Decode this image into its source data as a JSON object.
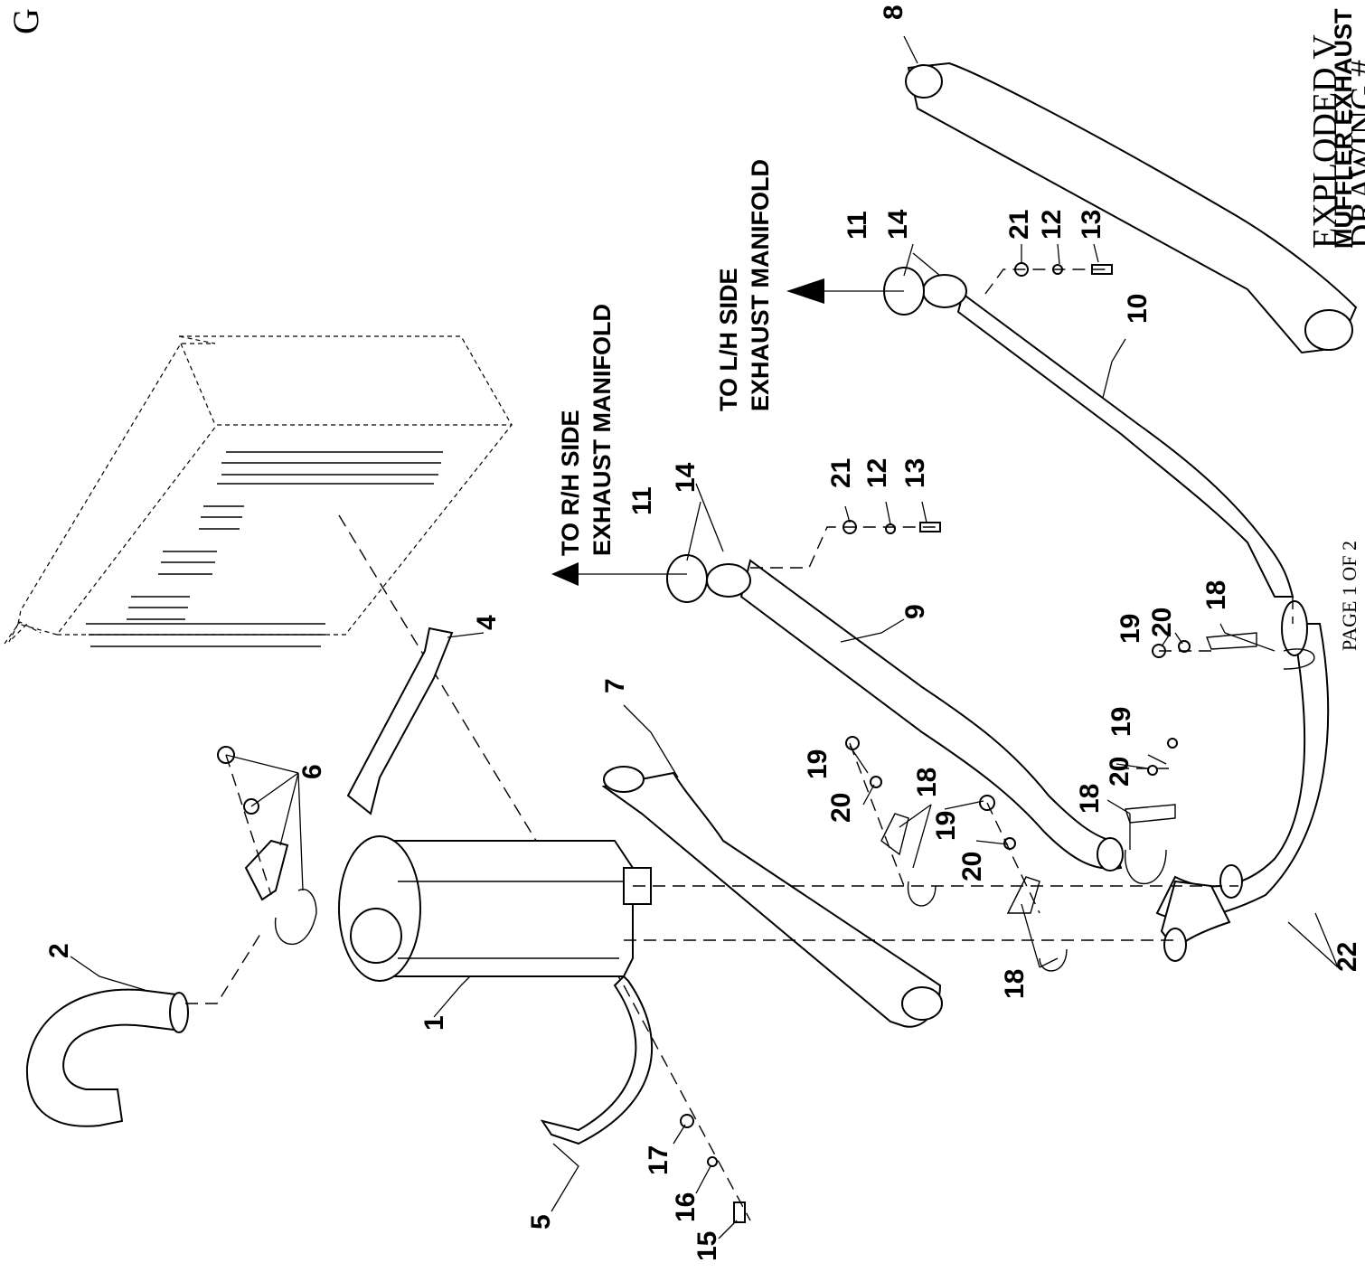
{
  "page": {
    "corner_letter": "G",
    "title_line1": "EXPLODED V",
    "title_line2": "MUFFLER EXHAUST",
    "title_line3": "DRAWING #",
    "bottom_code": "PAGE 1 OF 2"
  },
  "callouts": {
    "rh_manifold_line1": "TO R/H SIDE",
    "rh_manifold_line2": "EXHAUST MANIFOLD",
    "lh_manifold_line1": "TO L/H SIDE",
    "lh_manifold_line2": "EXHAUST MANIFOLD"
  },
  "parts": {
    "p1": "1",
    "p2": "2",
    "p4": "4",
    "p5": "5",
    "p6": "6",
    "p7": "7",
    "p8": "8",
    "p9": "9",
    "p10": "10",
    "p11a": "11",
    "p14a": "14",
    "p21a": "21",
    "p12a": "12",
    "p13a": "13",
    "p11b": "11",
    "p14b": "14",
    "p21b": "21",
    "p12b": "12",
    "p13b": "13",
    "p15": "15",
    "p16": "16",
    "p17": "17",
    "p18a": "18",
    "p19a": "19",
    "p20a": "20",
    "p18b": "18",
    "p19b": "19",
    "p20b": "20",
    "p18c": "18",
    "p19c": "19",
    "p20c": "20",
    "p18d": "18",
    "p19d": "19",
    "p20d": "20",
    "p22": "22"
  }
}
